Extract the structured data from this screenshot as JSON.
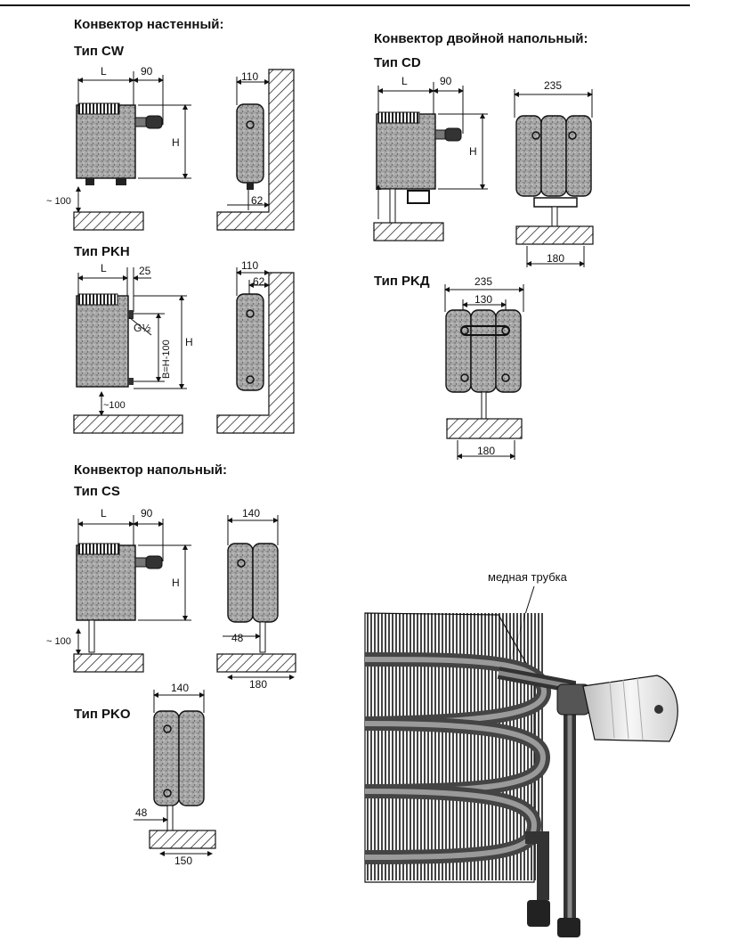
{
  "sections": {
    "wall_title": "Конвектор настенный:",
    "floor_title": "Конвектор напольный:",
    "double_title": "Конвектор двойной напольный:"
  },
  "types": {
    "cw": "Тип CW",
    "pkh": "Тип PKH",
    "cs": "Тип CS",
    "pko": "Тип PKO",
    "cd": "Тип CD",
    "pkd": "Тип PKД"
  },
  "dims": {
    "L": "L",
    "H": "H",
    "d90": "90",
    "d110": "110",
    "d62": "62",
    "d100": "~ 100",
    "d100b": "~100",
    "d25": "25",
    "g": "G½",
    "bh": "B=H-100",
    "d140": "140",
    "d48": "48",
    "d180": "180",
    "d150": "150",
    "d235": "235",
    "d130": "130"
  },
  "photo": {
    "label": "медная трубка"
  },
  "colors": {
    "ink": "#111111",
    "body_fill": "#9a9a9a",
    "pipe": "#6b6b6b"
  }
}
